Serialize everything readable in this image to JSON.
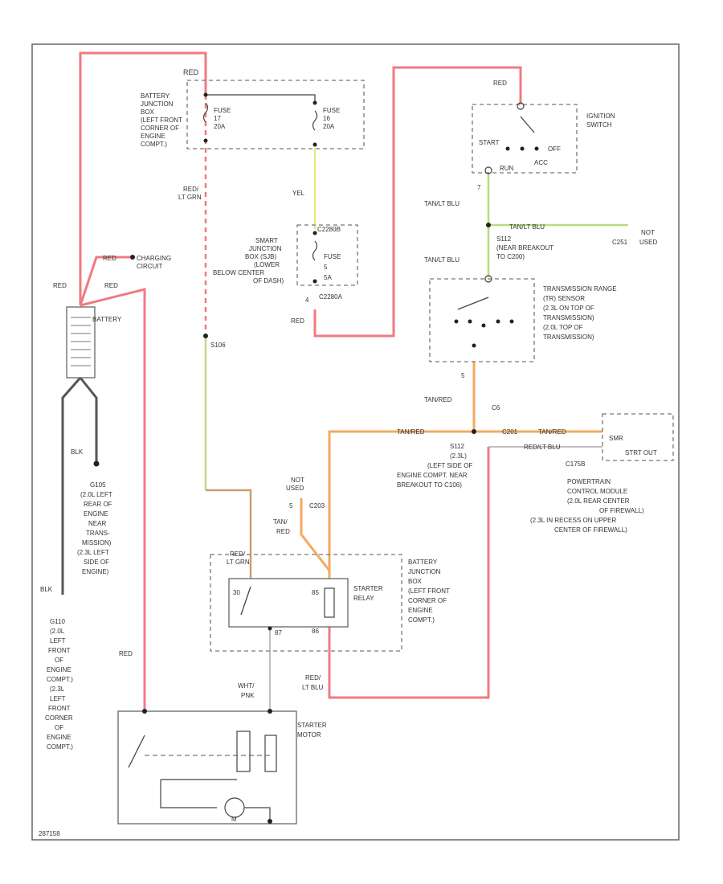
{
  "labels": {
    "red_top": "RED",
    "bjb_top": [
      "BATTERY",
      "JUNCTION",
      "BOX",
      "(LEFT FRONT",
      "CORNER OF",
      "ENGINE",
      "COMPT.)"
    ],
    "fuse17": [
      "FUSE",
      "17",
      "20A"
    ],
    "fuse16": [
      "FUSE",
      "16",
      "20A"
    ],
    "red_ltgrn_1": [
      "RED/",
      "LT GRN"
    ],
    "yel": "YEL",
    "sjb": [
      "SMART",
      "JUNCTION",
      "BOX (SJB)",
      "(LOWER",
      "BELOW CENTER",
      "OF DASH)"
    ],
    "c2280b": "C2280B",
    "fuse_sjb": [
      "FUSE",
      "5",
      "5A"
    ],
    "pin4": "4",
    "c2280a": "C2280A",
    "red_sjb": "RED",
    "charging": [
      "CHARGING",
      "CIRCUIT"
    ],
    "red_batt1": "RED",
    "red_batt2": "RED",
    "red_batt3": "RED",
    "battery": "BATTERY",
    "s106": "S106",
    "blk1": "BLK",
    "g105": [
      "G105",
      "(2.0L LEFT",
      "REAR OF",
      "ENGINE",
      "NEAR",
      "TRANS-",
      "MISSION)",
      "(2.3L LEFT",
      "SIDE OF",
      "ENGINE)"
    ],
    "blk2": "BLK",
    "g110": [
      "G110",
      "(2.0L",
      "LEFT",
      "FRONT",
      "OF",
      "ENGINE",
      "COMPT.)",
      "(2.3L",
      "LEFT",
      "FRONT",
      "CORNER",
      "OF",
      "ENGINE",
      "COMPT.)"
    ],
    "red_starter": "RED",
    "ign_red": "RED",
    "ign_switch": [
      "IGNITION",
      "SWITCH"
    ],
    "ign_start": "START",
    "ign_off": "OFF",
    "ign_run": "RUN",
    "ign_acc": "ACC",
    "ign_pin": "7",
    "tanlt_blu1": "TAN/LT BLU",
    "tanlt_blu2": "TAN/LT BLU",
    "c251": "C251",
    "not_used1": [
      "NOT",
      "USED"
    ],
    "s112": [
      "S112",
      "(NEAR BREAKOUT",
      "TO C200)"
    ],
    "tanlt_blu3": "TAN/LT BLU",
    "trs": [
      "TRANSMISSION RANGE",
      "(TR) SENSOR",
      "(2.3L ON TOP OF",
      "TRANSMISSION)",
      "(2.0L TOP OF",
      "TRANSMISSION)"
    ],
    "trs_pin": "5",
    "tanred1": "TAN/RED",
    "c6": "C6",
    "tanred2": "TAN/RED",
    "c201": "C201",
    "tanred3": "TAN/RED",
    "s112b": [
      "S112",
      "(2.3L)",
      "(LEFT SIDE OF",
      "ENGINE COMPT. NEAR",
      "BREAKOUT TO C106)"
    ],
    "rebuilt": "RED/LT BLU",
    "c175b": "C175B",
    "pcm_box": [
      "SMR",
      "STRT OUT"
    ],
    "pcm": [
      "POWERTRAIN",
      "CONTROL MODULE",
      "(2.0L REAR CENTER",
      "OF FIREWALL)",
      "(2.3L IN RECESS ON UPPER",
      "CENTER OF FIREWALL)"
    ],
    "not_used2": [
      "NOT",
      "USED"
    ],
    "pin5": "5",
    "c203": "C203",
    "tanred4": [
      "TAN/",
      "RED"
    ],
    "red_ltgrn_2": [
      "RED/",
      "LT GRN"
    ],
    "bjb_bot": [
      "BATTERY",
      "JUNCTION",
      "BOX",
      "(LEFT FRONT",
      "CORNER OF",
      "ENGINE",
      "COMPT.)"
    ],
    "starter_relay": [
      "STARTER",
      "RELAY"
    ],
    "relay_30": "30",
    "relay_87": "87",
    "relay_85": "85",
    "relay_86": "86",
    "red_ltblu": [
      "RED/",
      "LT BLU"
    ],
    "wht_pnk": [
      "WHT/",
      "PNK"
    ],
    "starter_motor": [
      "STARTER",
      "MOTOR"
    ],
    "m_label": "M",
    "diagram_id": "287158"
  }
}
